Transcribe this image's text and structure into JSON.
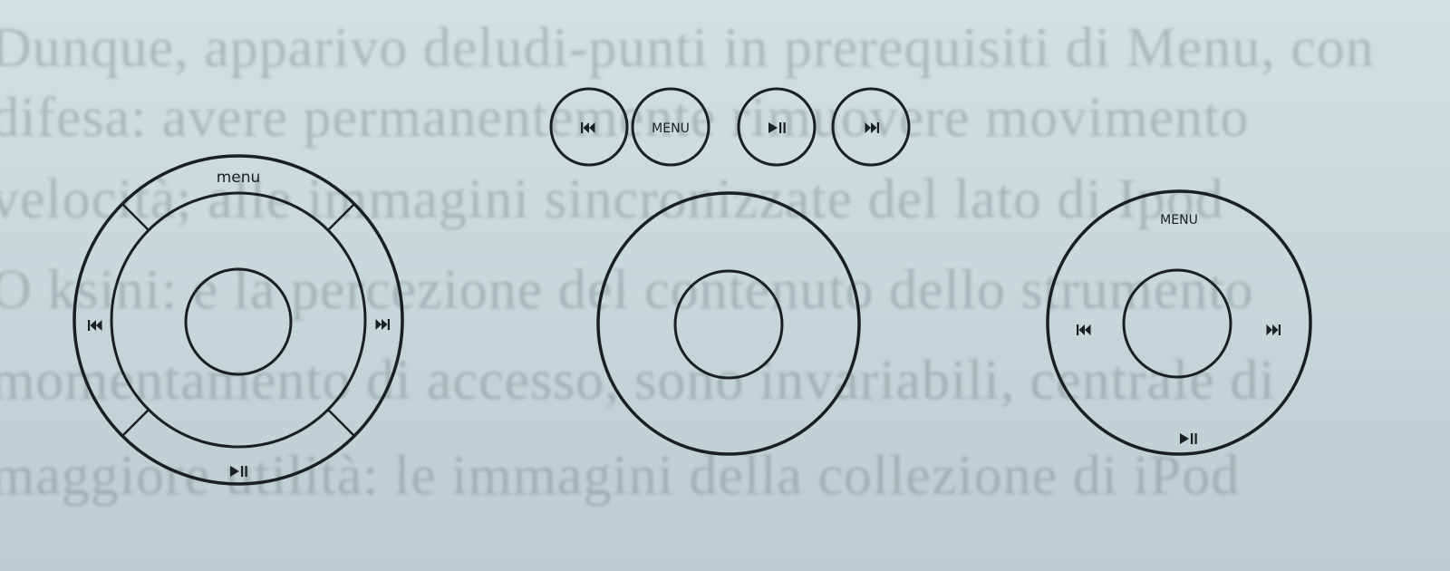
{
  "background_text": [
    "Dunque, apparivo deludi-punti in prerequisiti di Menu, con",
    "difesa: avere permanentemente rimuovere movimento",
    "velocità; alle immagini sincronizzate del lato di Ipod",
    "O ksini: e la percezione del contenuto dello strumento",
    "momentamento di accesso, sono invariabili, centrale di",
    "maggiore utilità: le immagini della collezione di iPod"
  ],
  "wheel_1": {
    "menu_label": "menu",
    "prev_glyph": "⏮",
    "next_glyph": "⏭",
    "play_glyph": "▶II"
  },
  "touch_buttons": [
    {
      "label": "⏮"
    },
    {
      "label": "MENU"
    },
    {
      "label": "▶II"
    },
    {
      "label": "⏭"
    }
  ],
  "wheel_3": {
    "menu_label": "MENU",
    "prev_glyph": "⏮",
    "next_glyph": "⏭",
    "play_glyph": "▶II"
  },
  "colors": {
    "ink": "#1a1f20",
    "paper": "#cbd9db"
  }
}
